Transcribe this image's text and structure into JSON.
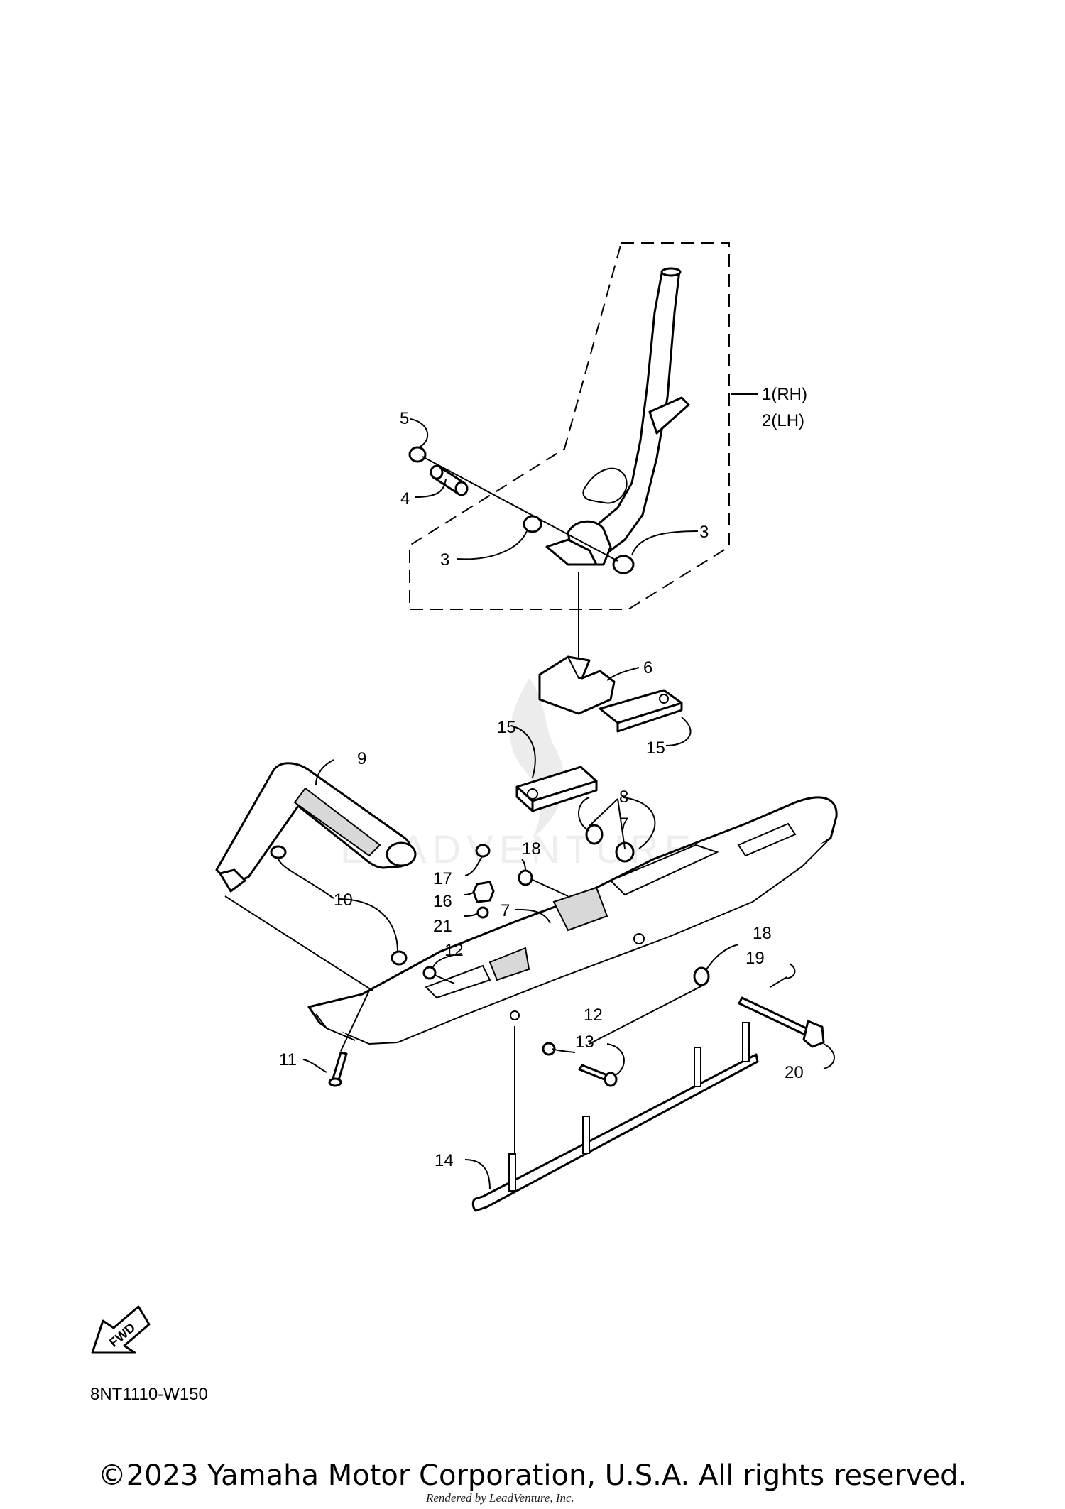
{
  "diagram": {
    "code": "8NT1110-W150",
    "fwd_label": "FWD",
    "watermark": "LEADVENTURE",
    "callouts": {
      "c1": "1(RH)",
      "c2": "2(LH)",
      "c3a": "3",
      "c3b": "3",
      "c4": "4",
      "c5": "5",
      "c6": "6",
      "c7a": "7",
      "c7b": "7",
      "c8": "8",
      "c9": "9",
      "c10": "10",
      "c11": "11",
      "c12a": "12",
      "c12b": "12",
      "c13": "13",
      "c14": "14",
      "c15a": "15",
      "c15b": "15",
      "c16": "16",
      "c17": "17",
      "c18a": "18",
      "c18b": "18",
      "c19": "19",
      "c20": "20",
      "c21": "21"
    }
  },
  "footer": {
    "copyright": "©2023 Yamaha Motor Corporation, U.S.A. All rights reserved.",
    "rendered_by": "Rendered by LeadVenture, Inc."
  }
}
